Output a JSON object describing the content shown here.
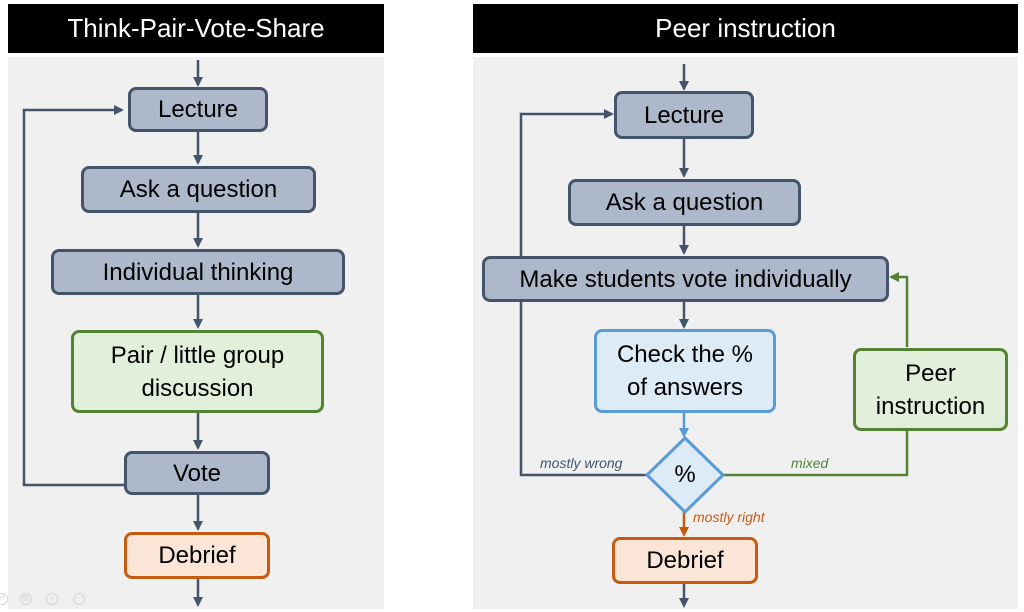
{
  "left_panel": {
    "title": "Think-Pair-Vote-Share",
    "nodes": {
      "lecture": "Lecture",
      "ask": "Ask a question",
      "individual": "Individual thinking",
      "pair": "Pair / little group discussion",
      "vote": "Vote",
      "debrief": "Debrief"
    }
  },
  "right_panel": {
    "title": "Peer instruction",
    "nodes": {
      "lecture": "Lecture",
      "ask": "Ask a question",
      "vote": "Make students vote individually",
      "check": "Check the % of answers",
      "decision": "%",
      "peer": "Peer instruction",
      "debrief": "Debrief"
    },
    "edge_labels": {
      "wrong": "mostly wrong",
      "mixed": "mixed",
      "right": "mostly right"
    }
  },
  "colors": {
    "process_fill": "#adb9ca",
    "process_border": "#44546a",
    "discussion_fill": "#e2efda",
    "discussion_border": "#548235",
    "debrief_fill": "#fbe5d6",
    "debrief_border": "#c55a11",
    "check_fill": "#ddebf7",
    "check_border": "#5b9bd5",
    "label_wrong": "#44546a",
    "label_mixed": "#548235",
    "label_right": "#c55a11"
  },
  "toolbar": {
    "icons": [
      "undo-icon",
      "print-icon",
      "zoom-icon",
      "more-icon"
    ]
  }
}
